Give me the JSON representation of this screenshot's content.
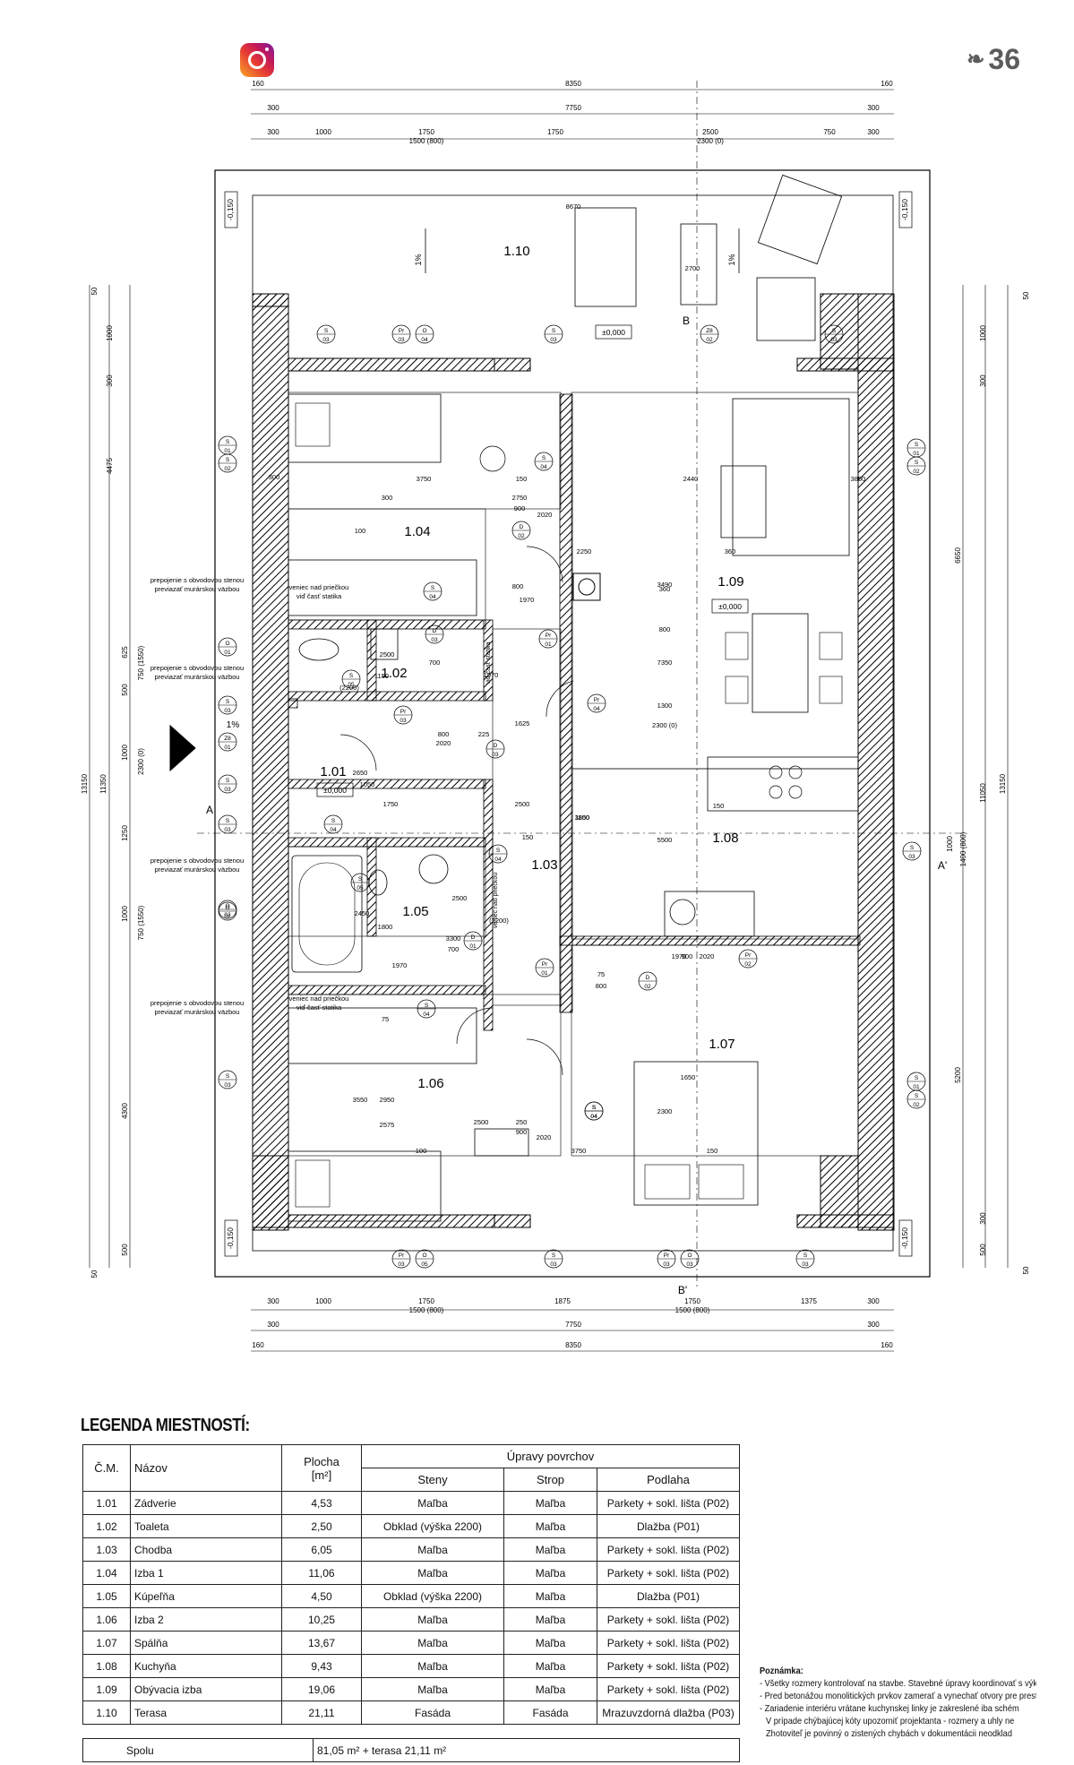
{
  "header": {
    "counter": "36",
    "leaf_icon": "leaf-icon",
    "app_icon": "instagram-icon"
  },
  "dimensions": {
    "top": [
      "160",
      "8350",
      "160",
      "300",
      "7750",
      "300",
      "300",
      "1000",
      "1750",
      "1500 (800)",
      "1750",
      "2500",
      "2300 (0)",
      "750",
      "300"
    ],
    "bottom": [
      "300",
      "1000",
      "1750",
      "1500 (800)",
      "1875",
      "1750",
      "1500 (800)",
      "1375",
      "300",
      "300",
      "7750",
      "300",
      "160",
      "8350",
      "160"
    ],
    "left": [
      "50",
      "1000",
      "300",
      "4475",
      "625",
      "750 (1550)",
      "500",
      "1000",
      "2300 (0)",
      "1250",
      "1000",
      "750 (1550)",
      "4300",
      "500",
      "50",
      "13150",
      "11350"
    ],
    "right": [
      "50",
      "1000",
      "300",
      "6650",
      "1000",
      "1400 (800)",
      "5200",
      "300",
      "500",
      "50",
      "11050",
      "13150"
    ],
    "inner": [
      "8670",
      "2700",
      "300",
      "3750",
      "150",
      "2440",
      "3850",
      "300",
      "2750",
      "900",
      "2020",
      "100",
      "2250",
      "360",
      "3490",
      "800",
      "1970",
      "360",
      "7350",
      "800",
      "1300",
      "2300 (0)",
      "2500",
      "(2200)",
      "700",
      "1970",
      "1150",
      "1625",
      "800",
      "2020",
      "225",
      "2650",
      "1050",
      "1750",
      "2500",
      "1100",
      "150",
      "3850",
      "150",
      "5500",
      "2450",
      "1800",
      "2500",
      "(2200)",
      "3300",
      "700",
      "1970",
      "75",
      "800",
      "1970",
      "900",
      "2020",
      "75",
      "1650",
      "3550",
      "2950",
      "2300",
      "2575",
      "2500",
      "250",
      "900",
      "2020",
      "100",
      "3750",
      "150",
      "3850"
    ]
  },
  "levels": {
    "terrace_left": "-0,150",
    "terrace_right": "-0,150",
    "bottom_left": "-0,150",
    "bottom_right": "-0,150",
    "l_001": "±0,000",
    "l_109": "±0,000",
    "l_101": "±0,000"
  },
  "markers": {
    "section_a": "A",
    "section_a2": "A'",
    "section_b": "B",
    "section_b2": "B'",
    "slope": "1%",
    "tags": [
      "S\n03",
      "Pr\n03",
      "O\n04",
      "S\n03",
      "Z8\n02",
      "S\n03",
      "S\n01",
      "S\n02",
      "S\n04",
      "D\n02",
      "S\n04",
      "D\n03",
      "Pr\n01",
      "O\n01",
      "S\n05",
      "S\n03",
      "Z8\n01",
      "S\n03",
      "Pr\n04",
      "Pr\n03",
      "D\n03",
      "S\n04",
      "S\n03",
      "O\n02",
      "S\n05",
      "S\n04",
      "D\n01",
      "Pr\n01",
      "D\n02",
      "Pr\n02",
      "S\n04",
      "S\n04",
      "S\n01",
      "S\n02",
      "S\n04",
      "S\n03",
      "Pr\n03",
      "O\n05",
      "S\n03",
      "Pr\n03",
      "O\n03",
      "S\n03",
      "S\n01",
      "S\n02",
      "S\n03",
      "O\n02"
    ]
  },
  "notes": {
    "wall_join": [
      "prepojenie s obvodovou stenou",
      "previazať murárskou väzbou"
    ],
    "beam": [
      "veniec nad priečkou",
      "viď časť statika"
    ]
  },
  "rooms": [
    {
      "id": "1.10"
    },
    {
      "id": "1.04"
    },
    {
      "id": "1.09"
    },
    {
      "id": "1.02"
    },
    {
      "id": "1.01"
    },
    {
      "id": "1.03"
    },
    {
      "id": "1.08"
    },
    {
      "id": "1.05"
    },
    {
      "id": "1.07"
    },
    {
      "id": "1.06"
    }
  ],
  "legend": {
    "title": "LEGENDA MIESTNOSTÍ:",
    "headers": {
      "no": "Č.M.",
      "name": "Názov",
      "area": "Plocha",
      "area_unit": "[m²]",
      "finishes": "Úpravy povrchov",
      "walls": "Steny",
      "ceiling": "Strop",
      "floor": "Podlaha"
    },
    "rows": [
      {
        "no": "1.01",
        "name": "Zádverie",
        "area": "4,53",
        "walls": "Maľba",
        "ceiling": "Maľba",
        "floor": "Parkety + sokl. lišta (P02)"
      },
      {
        "no": "1.02",
        "name": "Toaleta",
        "area": "2,50",
        "walls": "Obklad (výška 2200)",
        "ceiling": "Maľba",
        "floor": "Dlažba (P01)"
      },
      {
        "no": "1.03",
        "name": "Chodba",
        "area": "6,05",
        "walls": "Maľba",
        "ceiling": "Maľba",
        "floor": "Parkety + sokl. lišta (P02)"
      },
      {
        "no": "1.04",
        "name": "Izba 1",
        "area": "11,06",
        "walls": "Maľba",
        "ceiling": "Maľba",
        "floor": "Parkety + sokl. lišta (P02)"
      },
      {
        "no": "1.05",
        "name": "Kúpeľňa",
        "area": "4,50",
        "walls": "Obklad (výška 2200)",
        "ceiling": "Maľba",
        "floor": "Dlažba (P01)"
      },
      {
        "no": "1.06",
        "name": "Izba 2",
        "area": "10,25",
        "walls": "Maľba",
        "ceiling": "Maľba",
        "floor": "Parkety + sokl. lišta (P02)"
      },
      {
        "no": "1.07",
        "name": "Spálňa",
        "area": "13,67",
        "walls": "Maľba",
        "ceiling": "Maľba",
        "floor": "Parkety + sokl. lišta (P02)"
      },
      {
        "no": "1.08",
        "name": "Kuchyňa",
        "area": "9,43",
        "walls": "Maľba",
        "ceiling": "Maľba",
        "floor": "Parkety + sokl. lišta (P02)"
      },
      {
        "no": "1.09",
        "name": "Obývacia izba",
        "area": "19,06",
        "walls": "Maľba",
        "ceiling": "Maľba",
        "floor": "Parkety + sokl. lišta (P02)"
      },
      {
        "no": "1.10",
        "name": "Terasa",
        "area": "21,11",
        "walls": "Fasáda",
        "ceiling": "Fasáda",
        "floor": "Mrazuvzdorná dlažba (P03)"
      }
    ],
    "summary_label": "Spolu",
    "summary_value": "81,05 m² + terasa 21,11 m²"
  },
  "footnote": {
    "title": "Poznámka:",
    "lines": [
      "- Všetky rozmery kontrolovať na stavbe. Stavebné úpravy koordinovať s výkres",
      "- Pred betonážou monolitických prvkov zamerať a vynechať otvory pre prestup",
      "- Zariadenie interiéru vrátane kuchynskej linky je zakreslené iba schém",
      "V prípade chýbajúcej kóty upozorniť projektanta - rozmery a uhly ne",
      "Zhotoviteľ je povinný o zistených chybách v dokumentácii neodklad"
    ]
  }
}
